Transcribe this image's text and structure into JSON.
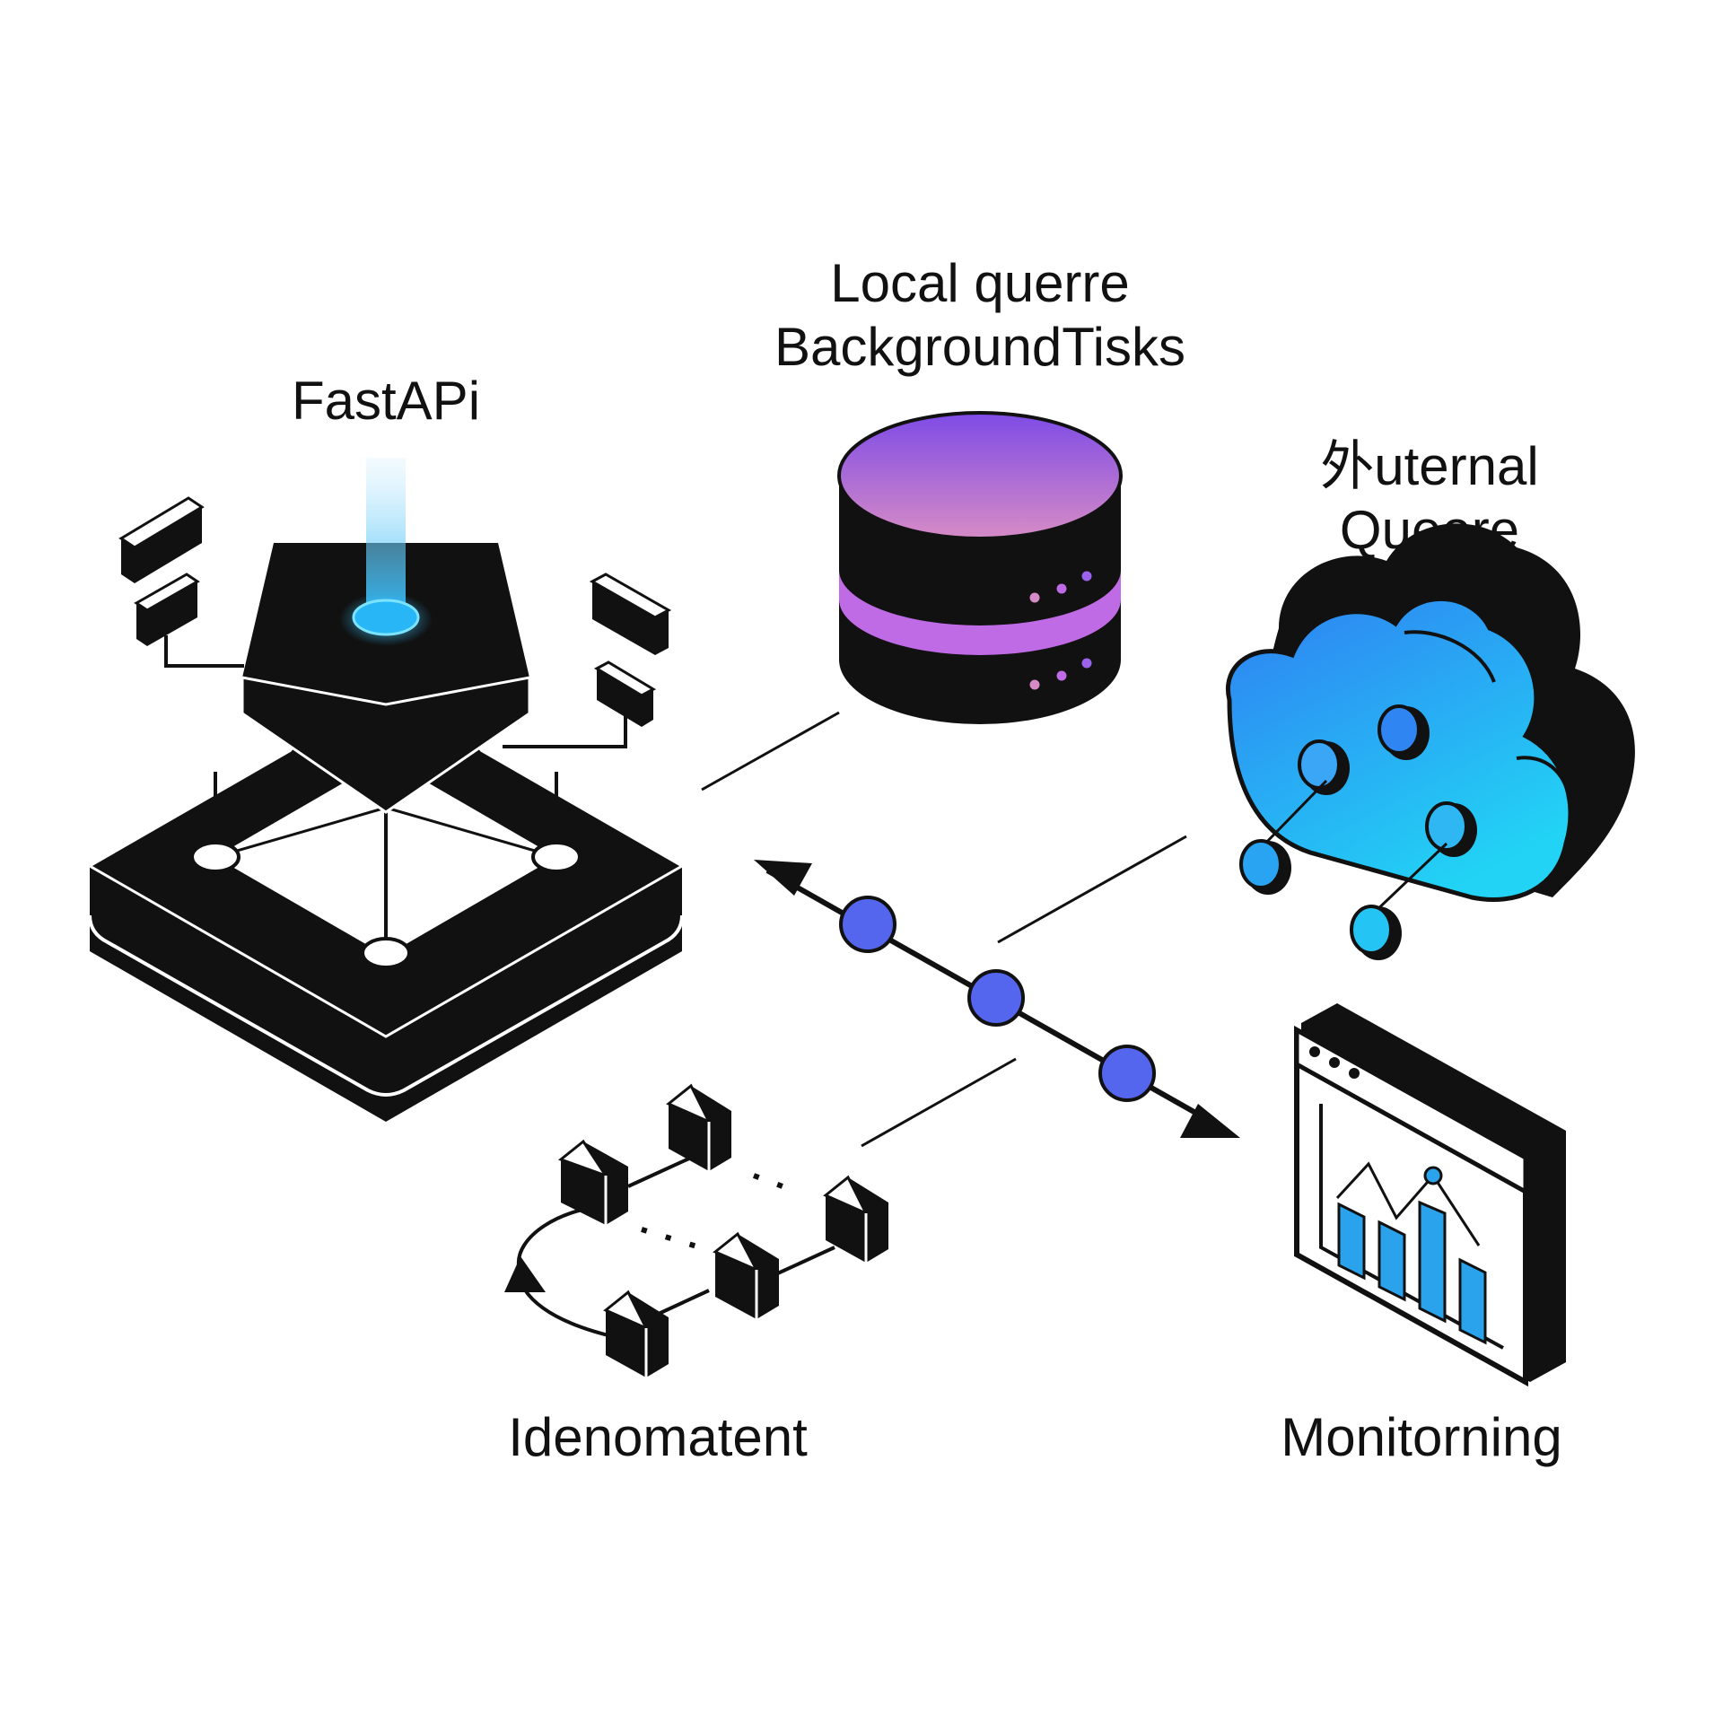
{
  "labels": {
    "fastapi": "FastAPi",
    "local_queue_line1": "Local querre",
    "local_queue_line2": "BackgroundTisks",
    "external_queue_line1": "外uternal",
    "external_queue_line2": "Queere",
    "idempotent": "Idenomatent",
    "monitoring": "Monitorning"
  },
  "colors": {
    "ink": "#111111",
    "background": "#ffffff",
    "beam": "#29b6f6",
    "database_top": "#7e4be6",
    "database_bottom": "#d68bc6",
    "database_band": "#c06be6",
    "cloud_top": "#2f7ff2",
    "cloud_bottom": "#22d3f5",
    "connector_node": "#5566ee",
    "chart_bars": "#2aa3ec"
  },
  "icons": {
    "fastapi": "isometric-server-platform-icon",
    "local_queue": "database-icon",
    "external_queue": "cloud-icon",
    "idempotent": "retry-cycle-icon",
    "monitoring": "dashboard-chart-icon",
    "flow": "bidirectional-arrow-icon"
  }
}
